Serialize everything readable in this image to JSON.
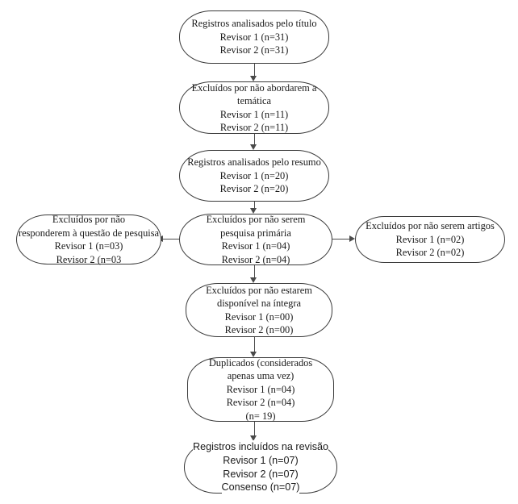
{
  "diagram": {
    "title": "Fluxograma de selecao de estudos",
    "background": "#ffffff",
    "line_color": "#4a4a4a",
    "border_color": "#3a3a3a",
    "text_color": "#1a1a1a"
  },
  "nodes": {
    "titulo": {
      "name": "registros-analisados-titulo",
      "lines": [
        "Registros analisados pelo título",
        "Revisor 1 (n=31)",
        "Revisor 2 (n=31)"
      ]
    },
    "tematica": {
      "name": "excluidos-nao-abordarem-tematica",
      "lines": [
        "Excluídos por não abordarem a",
        "temática",
        "Revisor 1 (n=11)",
        "Revisor 2 (n=11)"
      ]
    },
    "resumo": {
      "name": "registros-analisados-resumo",
      "lines": [
        "Registros analisados pelo resumo",
        "Revisor 1 (n=20)",
        "Revisor 2 (n=20)"
      ]
    },
    "primaria": {
      "name": "excluidos-nao-pesquisa-primaria",
      "lines": [
        "Excluídos por não serem",
        "pesquisa primária",
        "Revisor 1 (n=04)",
        "Revisor 2 (n=04)"
      ]
    },
    "questao": {
      "name": "excluidos-nao-responderem-questao",
      "lines": [
        "Excluídos por não",
        "responderem à questão de pesquisa",
        "Revisor 1 (n=03)",
        "Revisor 2 (n=03"
      ]
    },
    "artigos": {
      "name": "excluidos-nao-serem-artigos",
      "lines": [
        "Excluídos por não serem artigos",
        "Revisor 1 (n=02)",
        "Revisor 2 (n=02)"
      ]
    },
    "integra": {
      "name": "excluidos-nao-disponivel-integra",
      "lines": [
        "Excluídos por não estarem",
        "disponível na íntegra",
        "Revisor 1 (n=00)",
        "Revisor 2 (n=00)"
      ]
    },
    "duplicados": {
      "name": "duplicados-considerados-uma-vez",
      "lines": [
        "Duplicados (considerados",
        "apenas uma vez)",
        "Revisor 1 (n=04)",
        "Revisor 2 (n=04)",
        "(n= 19)"
      ]
    },
    "incluidos": {
      "name": "registros-incluidos-revisao",
      "lines": [
        "Registros incluídos na revisão",
        "Revisor 1 (n=07)",
        "Revisor 2 (n=07)",
        "Consenso (n=07)"
      ]
    }
  },
  "connectors": [
    {
      "name": "titulo-to-tematica",
      "direction": "down"
    },
    {
      "name": "tematica-to-resumo",
      "direction": "down"
    },
    {
      "name": "resumo-to-primaria",
      "direction": "down"
    },
    {
      "name": "primaria-to-integra",
      "direction": "down"
    },
    {
      "name": "integra-to-duplicados",
      "direction": "down"
    },
    {
      "name": "duplicados-to-incluidos",
      "direction": "down"
    },
    {
      "name": "primaria-to-questao",
      "direction": "left"
    },
    {
      "name": "primaria-to-artigos",
      "direction": "right"
    }
  ]
}
